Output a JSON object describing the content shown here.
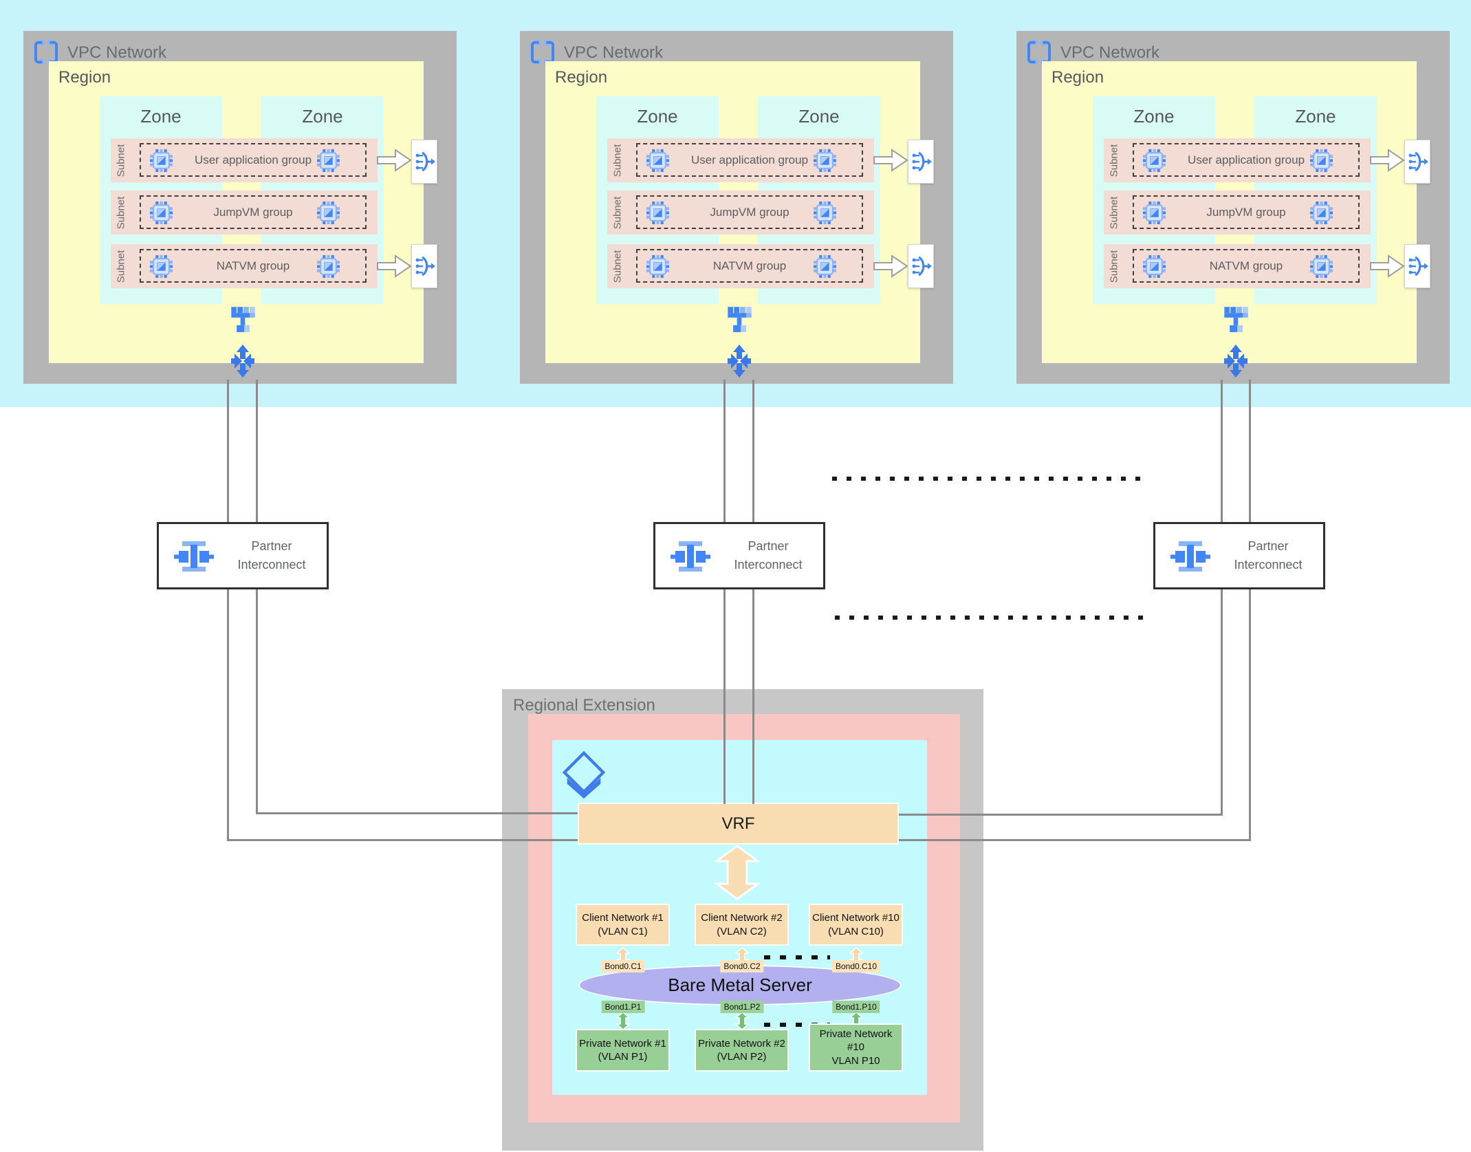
{
  "vpc": {
    "title": "VPC Network",
    "region_label": "Region",
    "zone_label": "Zone",
    "subnet_label": "Subnet",
    "groups": [
      "User application group",
      "JumpVM group",
      "NATVM group"
    ]
  },
  "interconnect": {
    "line1": "Partner",
    "line2": "Interconnect"
  },
  "regional_extension": {
    "title": "Regional Extension",
    "vrf_label": "VRF",
    "server_label": "Bare Metal Server",
    "client_networks": [
      {
        "name": "Client Network #1",
        "vlan": "(VLAN C1)",
        "bond": "Bond0.C1"
      },
      {
        "name": "Client Network #2",
        "vlan": "(VLAN C2)",
        "bond": "Bond0.C2"
      },
      {
        "name": "Client Network #10",
        "vlan": "(VLAN C10)",
        "bond": "Bond0.C10"
      }
    ],
    "private_networks": [
      {
        "name": "Private Network #1",
        "vlan": "(VLAN P1)",
        "bond": "Bond1.P1"
      },
      {
        "name": "Private Network #2",
        "vlan": "(VLAN P2)",
        "bond": "Bond1.P2"
      },
      {
        "name": "Private Network #10",
        "vlan": "VLAN P10",
        "bond": "Bond1.P10"
      }
    ]
  },
  "colors": {
    "accent_blue": "#4285f4",
    "light_blue": "#8ab4f8",
    "band_cyan": "#c7f3fa",
    "vpc_gray": "#b5b5b5",
    "region_yellow": "#fcfcc6",
    "zone_mint": "#d9fbf6",
    "subnet_pink": "#f3dcd3",
    "ext_pink": "#f8c7c3",
    "ext_cyan": "#c3fafd",
    "vrf_tan": "#f8ddb3",
    "server_purple": "#b3b0ef",
    "private_green": "#98cf97",
    "line_gray": "#8a8a8a"
  }
}
